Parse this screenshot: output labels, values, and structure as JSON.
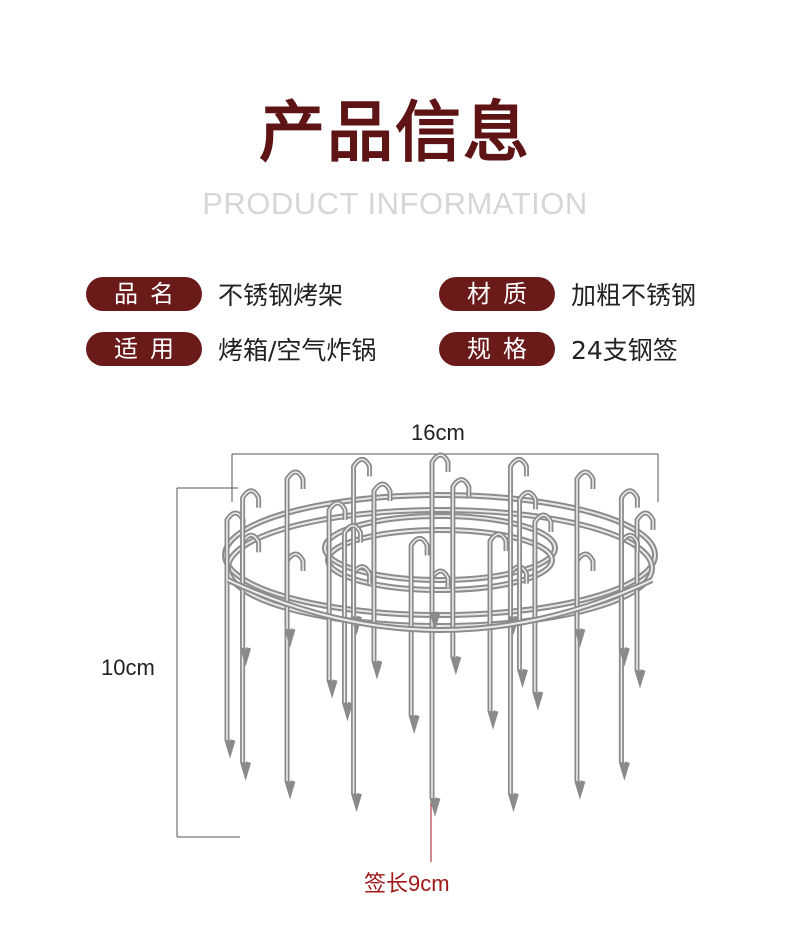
{
  "header": {
    "title": "产品信息",
    "subtitle": "PRODUCT INFORMATION"
  },
  "specs": [
    {
      "label": "品名",
      "value": "不锈钢烤架"
    },
    {
      "label": "材质",
      "value": "加粗不锈钢"
    },
    {
      "label": "适用",
      "value": "烤箱/空气炸锅"
    },
    {
      "label": "规格",
      "value": "24支钢签"
    }
  ],
  "dimensions": {
    "width": "16cm",
    "height": "10cm",
    "skewer_length": "签长9cm"
  },
  "colors": {
    "brand": "#6b1a1a",
    "title": "#5e1414",
    "subtitle": "#d6d6d6",
    "accent_line": "#a01818"
  }
}
